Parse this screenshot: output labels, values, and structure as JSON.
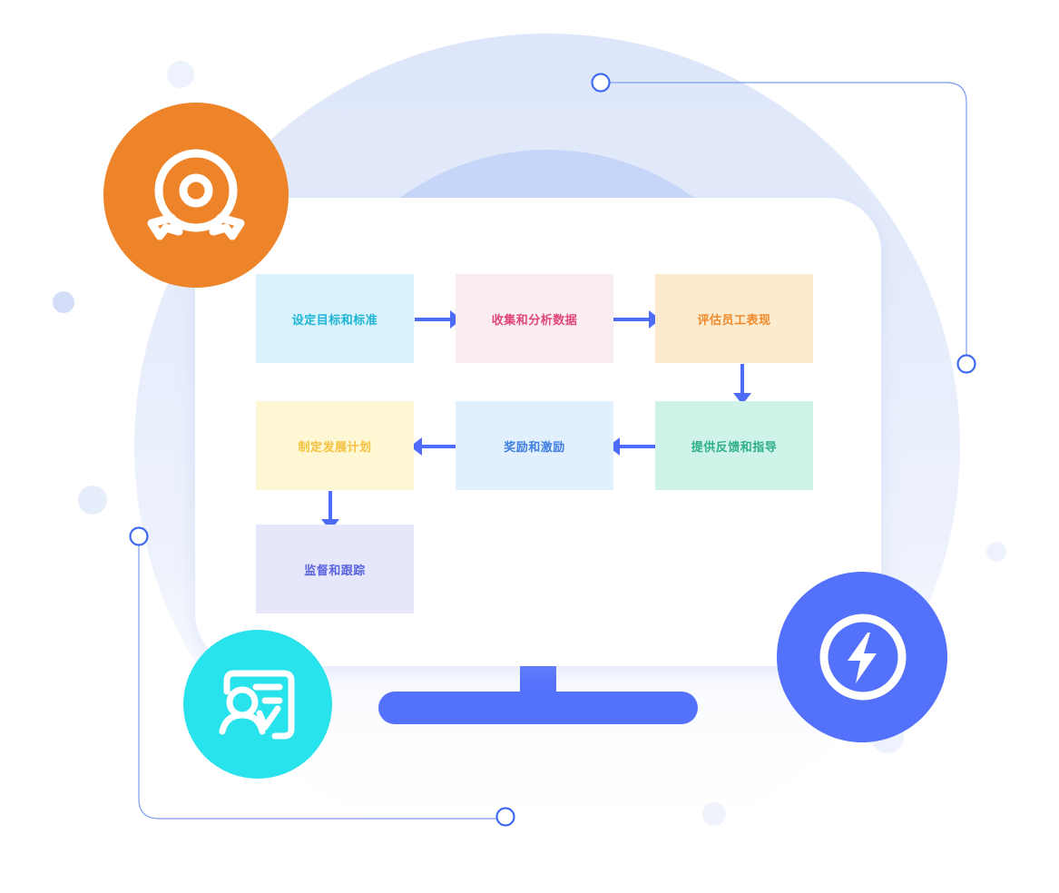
{
  "flowchart": {
    "steps": [
      {
        "label": "设定目标和标准",
        "bg": "#D9F2FC",
        "color": "#1FB5D6"
      },
      {
        "label": "收集和分析数据",
        "bg": "#F9ECF2",
        "color": "#E0467A"
      },
      {
        "label": "评估员工表现",
        "bg": "#FCEBCD",
        "color": "#EE8A2C"
      },
      {
        "label": "提供反馈和指导",
        "bg": "#CFF3E8",
        "color": "#2EAE8C"
      },
      {
        "label": "奖励和激励",
        "bg": "#E2EFFD",
        "color": "#3E7FE0"
      },
      {
        "label": "制定发展计划",
        "bg": "#FEF7D4",
        "color": "#F4C13E"
      },
      {
        "label": "监督和跟踪",
        "bg": "#E6E7FB",
        "color": "#5A63DF"
      }
    ]
  },
  "icons": {
    "award": {
      "name": "award-ribbon-icon",
      "bg": "#EE8429"
    },
    "profile": {
      "name": "user-profile-card-icon",
      "bg": "#28E2EC"
    },
    "lightning": {
      "name": "lightning-bolt-icon",
      "bg": "#5471FB"
    }
  },
  "colors": {
    "accent": "#5471FB",
    "connector_line": "#7D9BF0",
    "circle_outer": "#E2EAFB",
    "circle_inner": "#C7D7F9"
  }
}
